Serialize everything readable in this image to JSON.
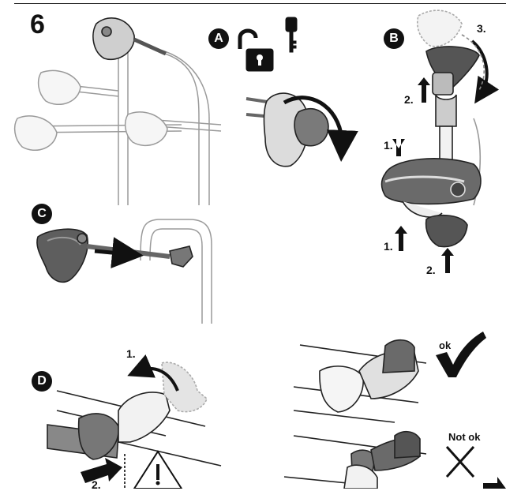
{
  "step_number": "6",
  "panels": {
    "a": {
      "letter": "A"
    },
    "b": {
      "letter": "B",
      "labels": [
        "3.",
        "2.",
        "1.",
        "1.",
        "2."
      ]
    },
    "c": {
      "letter": "C"
    },
    "d": {
      "letter": "D",
      "labels": [
        "1.",
        "2."
      ]
    }
  },
  "check": {
    "ok_label": "ok",
    "not_ok_label": "Not ok"
  },
  "icons": [
    "unlock-icon",
    "key-icon",
    "warning-icon",
    "check-icon",
    "cross-icon",
    "next-page-arrow-icon"
  ]
}
